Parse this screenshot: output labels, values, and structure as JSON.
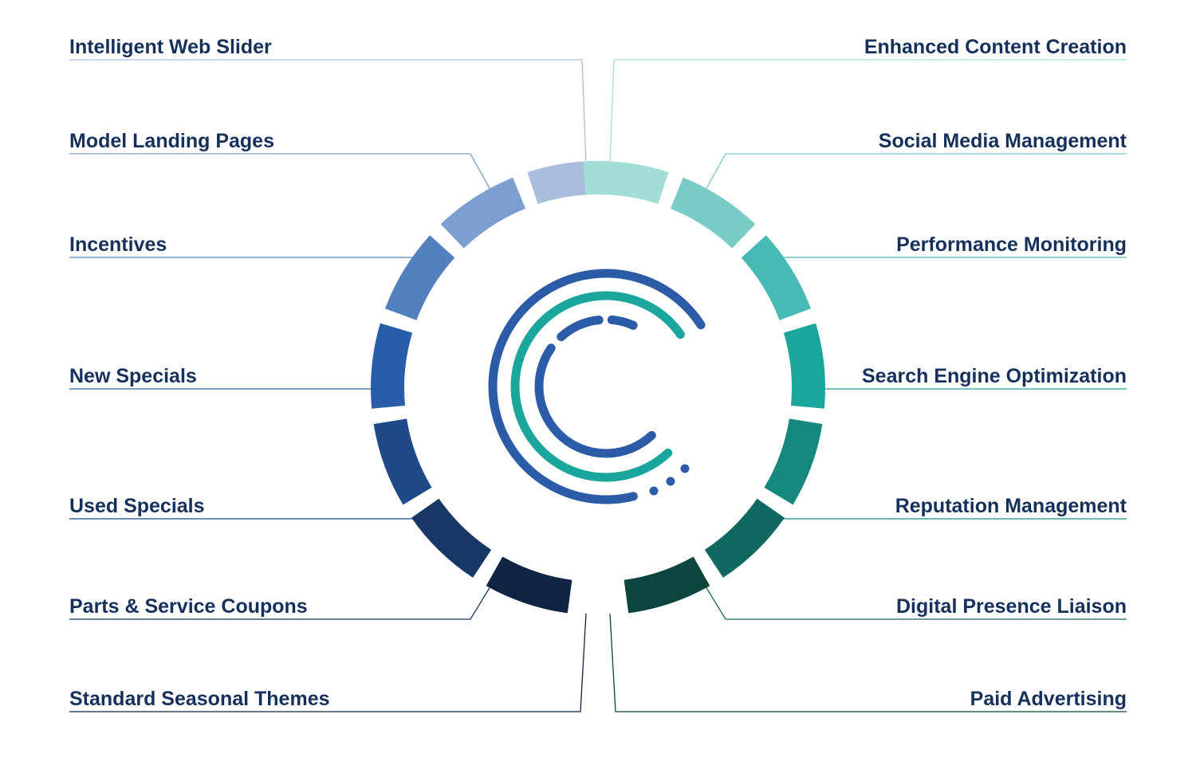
{
  "left_items": [
    {
      "label": "Intelligent Web Slider",
      "color": "#a9bedf"
    },
    {
      "label": "Model Landing Pages",
      "color": "#7d9fcf"
    },
    {
      "label": "Incentives",
      "color": "#5380bf"
    },
    {
      "label": "New Specials",
      "color": "#2a5da9"
    },
    {
      "label": "Used Specials",
      "color": "#1f4a8a"
    },
    {
      "label": "Parts & Service Coupons",
      "color": "#173767"
    },
    {
      "label": "Standard Seasonal Themes",
      "color": "#0f2343"
    }
  ],
  "right_items": [
    {
      "label": "Enhanced Content Creation",
      "color": "#a3ddd8"
    },
    {
      "label": "Social Media Management",
      "color": "#79ccc6"
    },
    {
      "label": "Performance Monitoring",
      "color": "#48bab4"
    },
    {
      "label": "Search Engine Optimization",
      "color": "#1aa69d"
    },
    {
      "label": "Reputation Management",
      "color": "#15877f"
    },
    {
      "label": "Digital Presence Liaison",
      "color": "#106860"
    },
    {
      "label": "Paid Advertising",
      "color": "#0b453d"
    }
  ],
  "colors": {
    "label_text": "#15305a",
    "logo_blue": "#2c5ca8",
    "logo_teal": "#1aa69d"
  },
  "logo": {
    "icon": "c-logo-icon"
  }
}
